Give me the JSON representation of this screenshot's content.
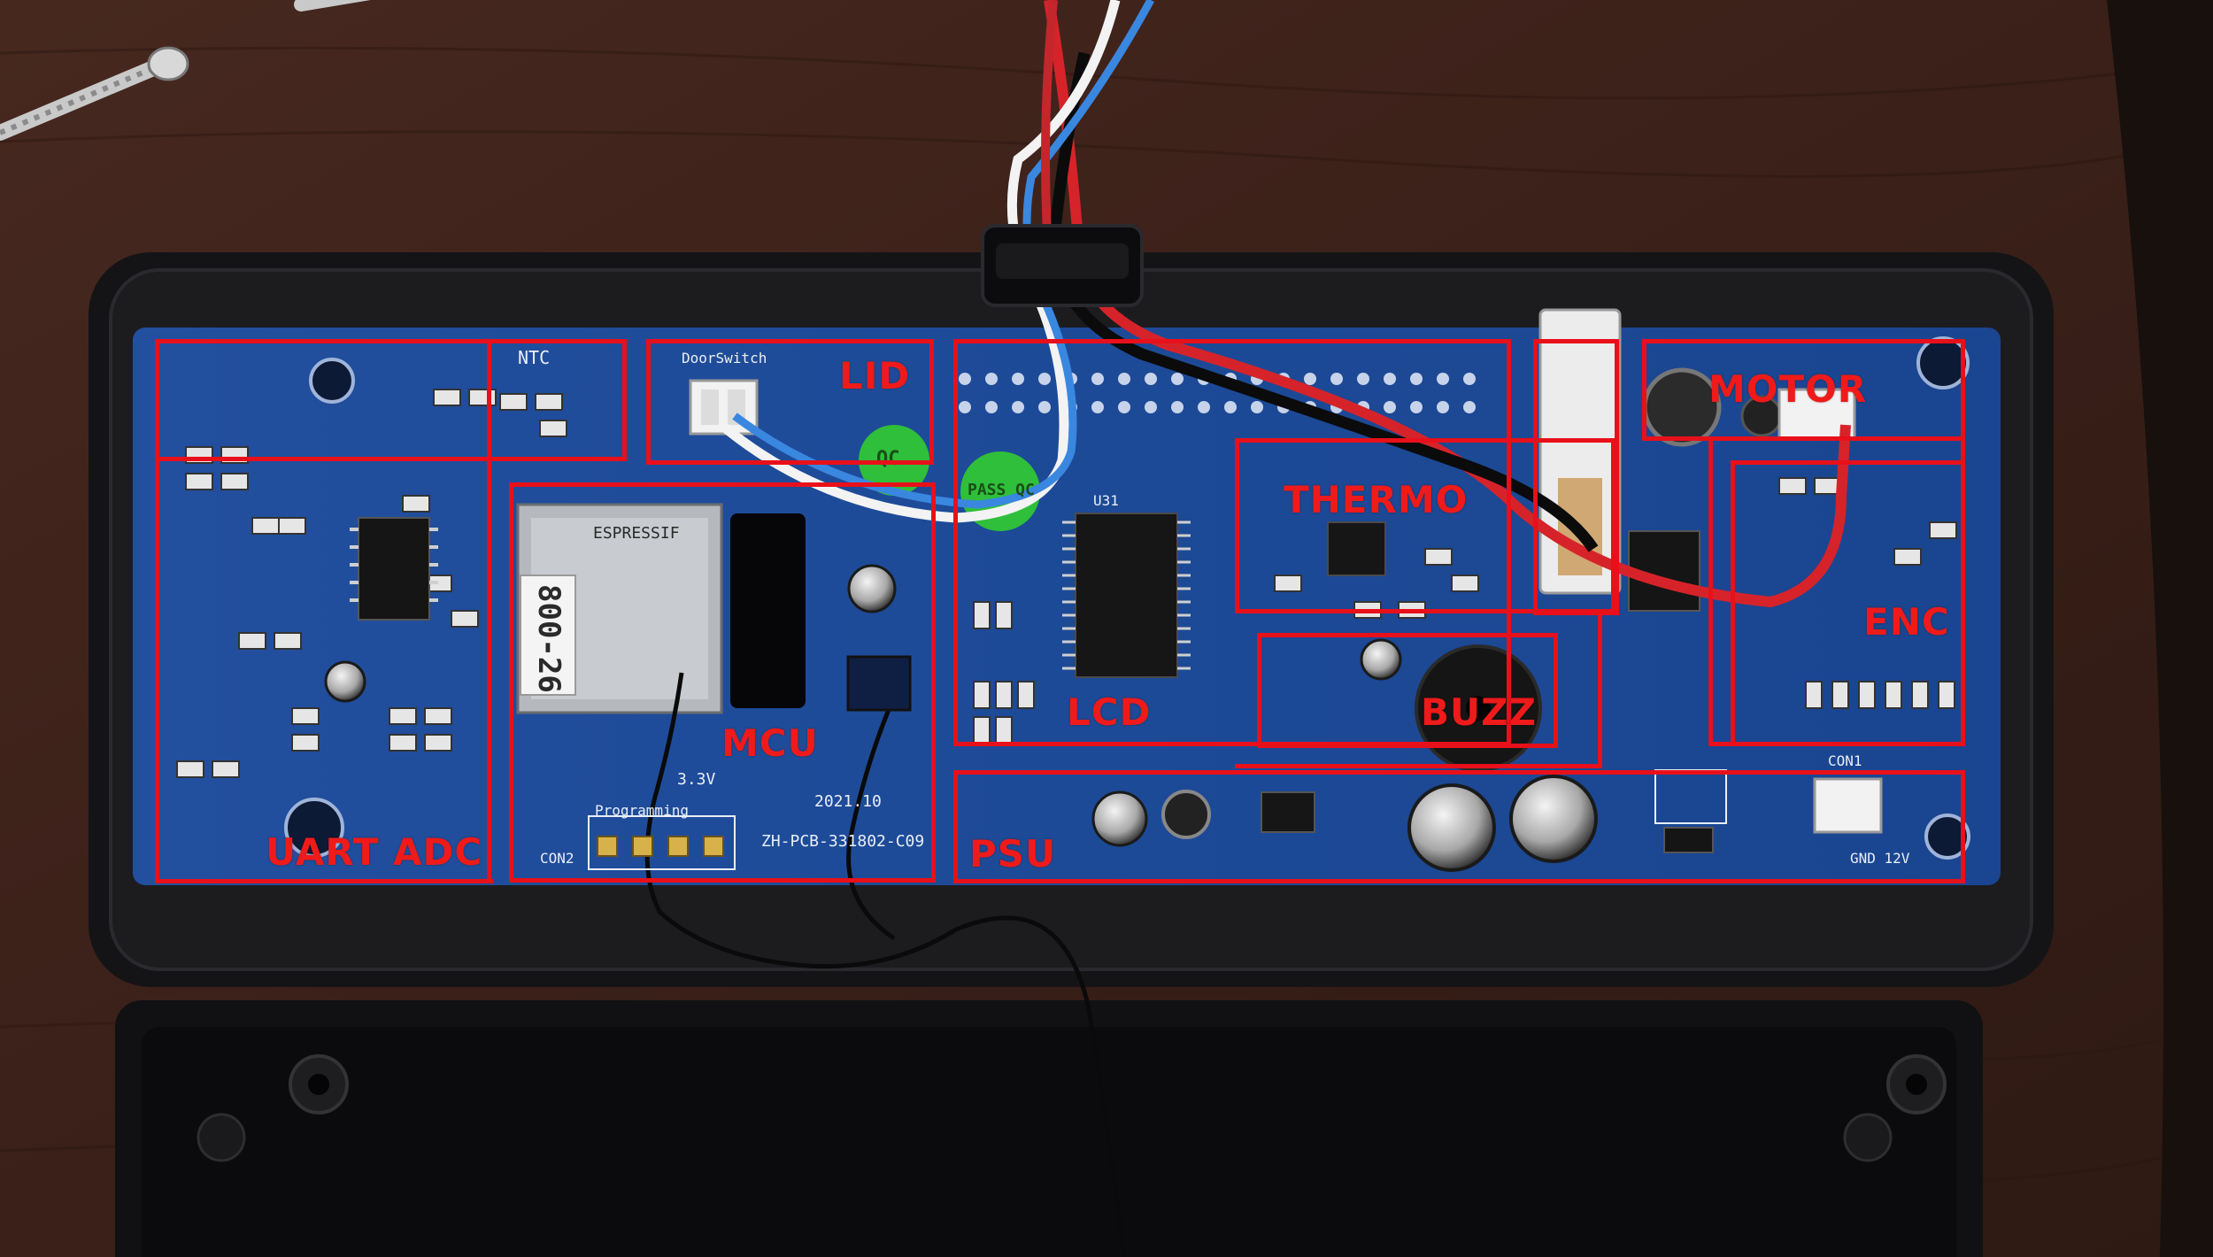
{
  "regions": [
    {
      "id": "uart-adc",
      "label": "UART ADC"
    },
    {
      "id": "mcu",
      "label": "MCU"
    },
    {
      "id": "lid",
      "label": "LID"
    },
    {
      "id": "lcd",
      "label": "LCD"
    },
    {
      "id": "thermo",
      "label": "THERMO"
    },
    {
      "id": "buzz",
      "label": "BUZZ"
    },
    {
      "id": "motor",
      "label": "MOTOR"
    },
    {
      "id": "enc",
      "label": "ENC"
    },
    {
      "id": "psu",
      "label": "PSU"
    }
  ],
  "silkscreen": {
    "ntc": "NTC",
    "door_switch": "DoorSwitch",
    "programming": "Programming",
    "con1": "CON1",
    "con2": "CON2",
    "gnd_12v": "GND 12V",
    "voltage": "3.3V",
    "pcb_id": "ZH-PCB-331802-C09",
    "pcb_date": "2021.10",
    "u31": "U31"
  },
  "module": {
    "brand": "ESPRESSIF",
    "sticker": "800-26"
  },
  "qc_stickers": [
    "QC",
    "PASS QC"
  ],
  "colors": {
    "region_outline": "#e8101a",
    "pcb": "#1f4d9c",
    "enclosure": "#141416",
    "table": "#3a211a"
  }
}
